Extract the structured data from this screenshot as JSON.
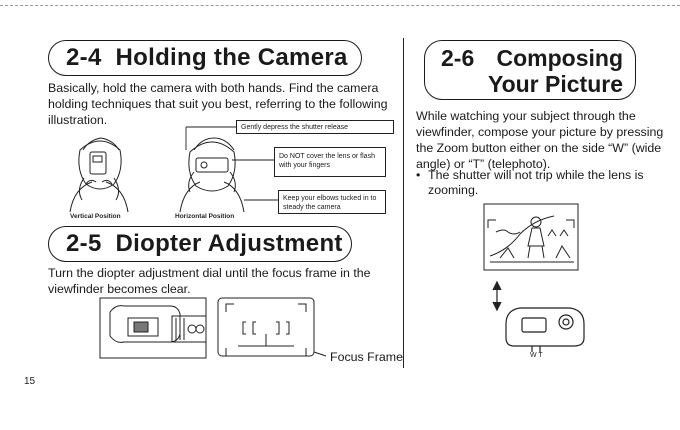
{
  "section_24": {
    "number": "2-4",
    "title": "Holding the Camera",
    "body": "Basically, hold the camera with both hands. Find the camera holding techniques that suit you best, referring to the following illustration.",
    "callouts": {
      "shutter": "Gently depress the shutter release",
      "lens": "Do NOT cover the lens or flash with your fingers",
      "elbows": "Keep your elbows tucked in to steady the camera"
    },
    "captions": {
      "vertical": "Vertical Position",
      "horizontal": "Horizontal Position"
    }
  },
  "section_25": {
    "number": "2-5",
    "title": "Diopter Adjustment",
    "body": "Turn the diopter adjustment dial until the focus frame in the viewfinder becomes clear.",
    "focus_frame_label": "Focus Frame"
  },
  "section_26": {
    "number": "2-6",
    "title_line1": "Composing",
    "title_line2": "Your Picture",
    "body": "While watching your subject through the viewfinder, compose your picture by pressing the Zoom button either on the side “W” (wide angle) or “T” (telephoto).",
    "bullet": "The shutter will not trip while the lens is zooming.",
    "zoom_labels": "W  T"
  },
  "page_number": "15"
}
